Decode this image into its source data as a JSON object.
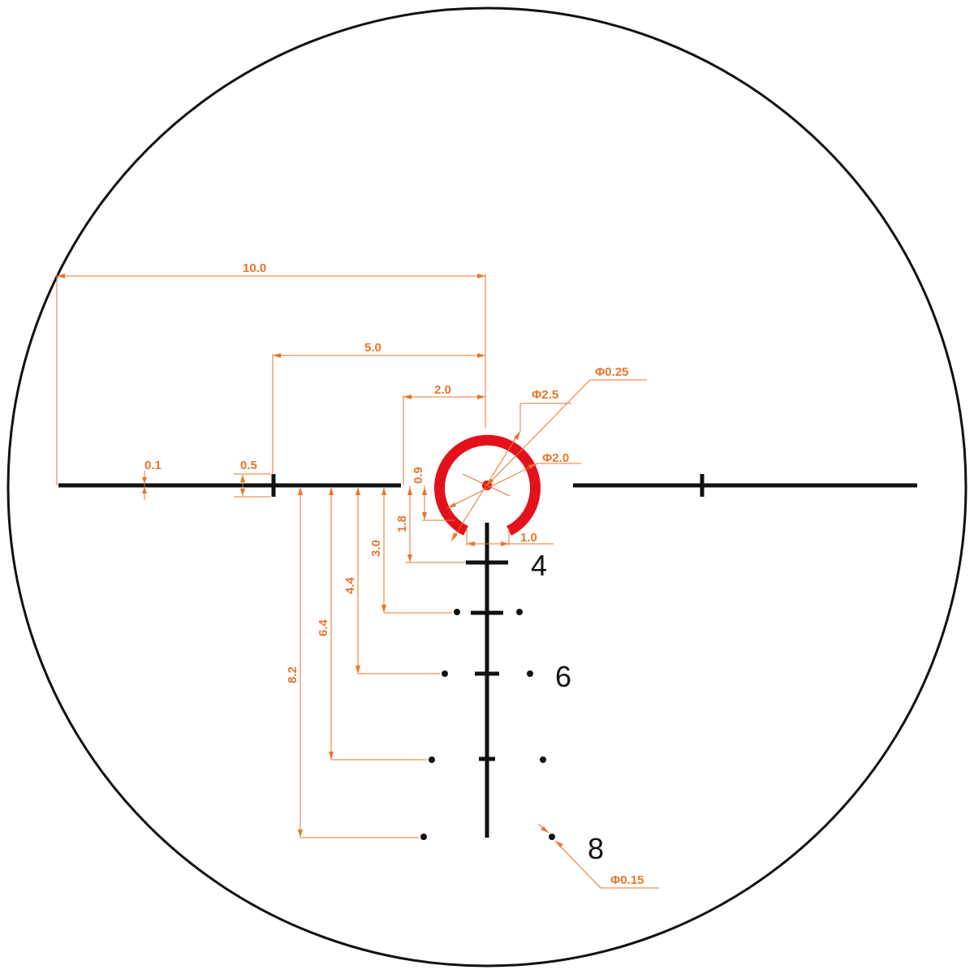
{
  "colors": {
    "reticle": "#111111",
    "dimension": "#e8762c",
    "illuminated": "#e3111c",
    "background": "#ffffff"
  },
  "dimensions": {
    "d_10": "10.0",
    "d_5": "5.0",
    "d_2": "2.0",
    "d_01": "0.1",
    "d_05": "0.5",
    "d_09": "0.9",
    "d_18": "1.8",
    "d_30": "3.0",
    "d_44": "4.4",
    "d_64": "6.4",
    "d_82": "8.2",
    "d_10gap": "1.0",
    "phi_025": "Φ0.25",
    "phi_25": "Φ2.5",
    "phi_20": "Φ2.0",
    "phi_015": "Φ0.15"
  },
  "range_numbers": {
    "n4": "4",
    "n6": "6",
    "n8": "8"
  }
}
